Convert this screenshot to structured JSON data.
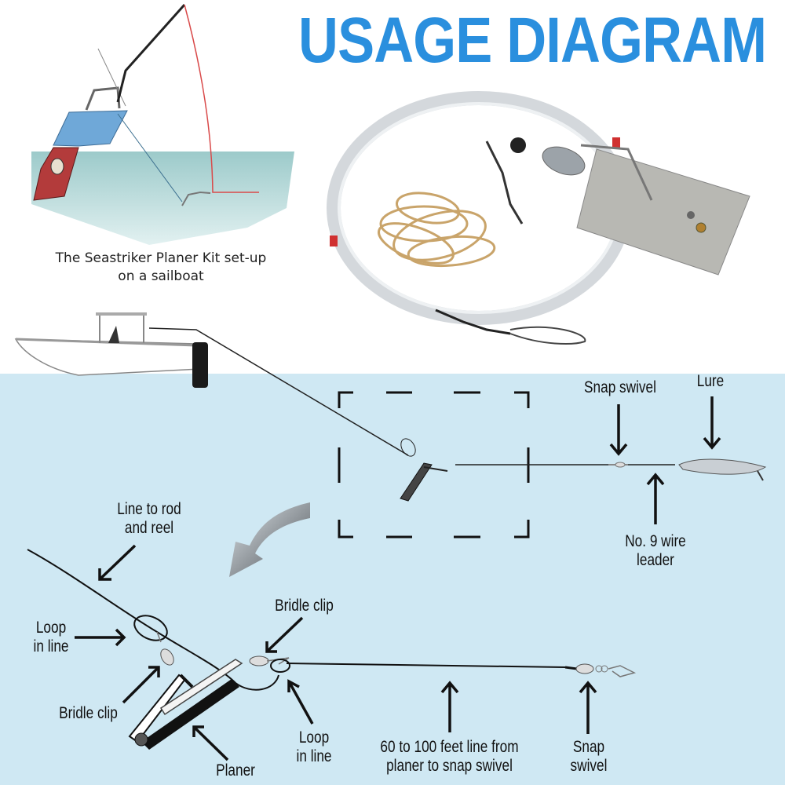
{
  "title": "USAGE DIAGRAM",
  "inset": {
    "caption_line1": "The Seastriker Planer Kit set-up",
    "caption_line2": "on a sailboat"
  },
  "product_photo": {
    "items": [
      "monofilament-line-coil",
      "rubber-bands",
      "snap-swivel",
      "sinker-weight",
      "planer-board"
    ]
  },
  "labels": {
    "snap_swivel_top": "Snap swivel",
    "lure": "Lure",
    "wire_leader_l1": "No. 9 wire",
    "wire_leader_l2": "leader",
    "line_to_rod_l1": "Line to rod",
    "line_to_rod_l2": "and reel",
    "loop_left_l1": "Loop",
    "loop_left_l2": "in line",
    "bridle_clip_left": "Bridle clip",
    "planer": "Planer",
    "bridle_clip_top": "Bridle clip",
    "loop_right_l1": "Loop",
    "loop_right_l2": "in line",
    "line_length_l1": "60 to 100 feet line from",
    "line_length_l2": "planer to snap swivel",
    "snap_swivel_bottom_l1": "Snap",
    "snap_swivel_bottom_l2": "swivel"
  },
  "colors": {
    "title": "#2a8fde",
    "water": "#cfe8f3",
    "inset_water": "#a9d3d3",
    "line_red": "#d94a4a"
  }
}
